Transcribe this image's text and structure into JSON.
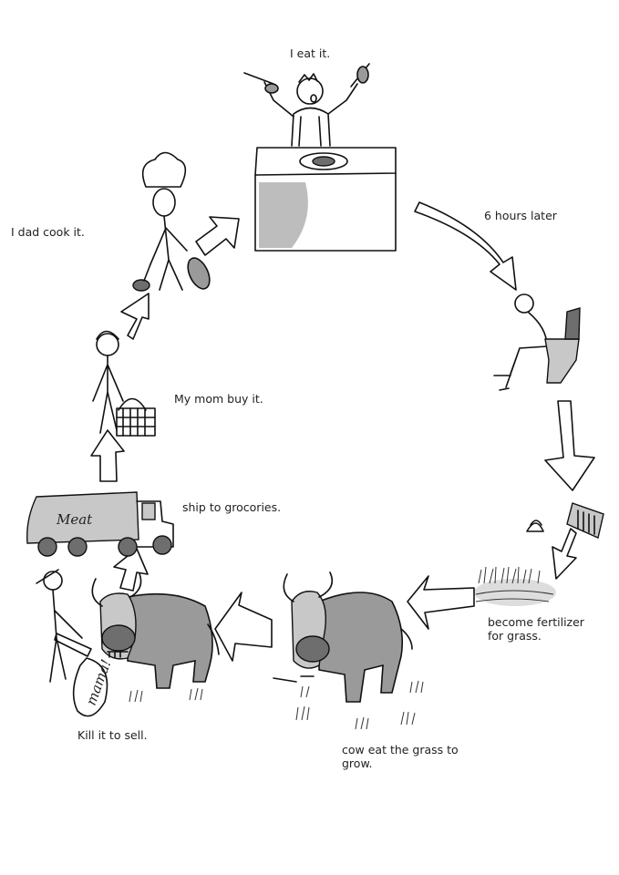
{
  "diagram": {
    "steps": {
      "eat": "I eat it.",
      "later": "6 hours later",
      "fertilizer_line1": "become fertilizer",
      "fertilizer_line2": "for grass.",
      "cow_line1": "cow eat the grass to",
      "cow_line2": "grow.",
      "kill": "Kill it to sell.",
      "ship": "ship to grocories.",
      "mom": "My mom buy it.",
      "dad": "I dad cook it."
    },
    "truck_text": "Meat",
    "speech_bubble": "mama!"
  }
}
